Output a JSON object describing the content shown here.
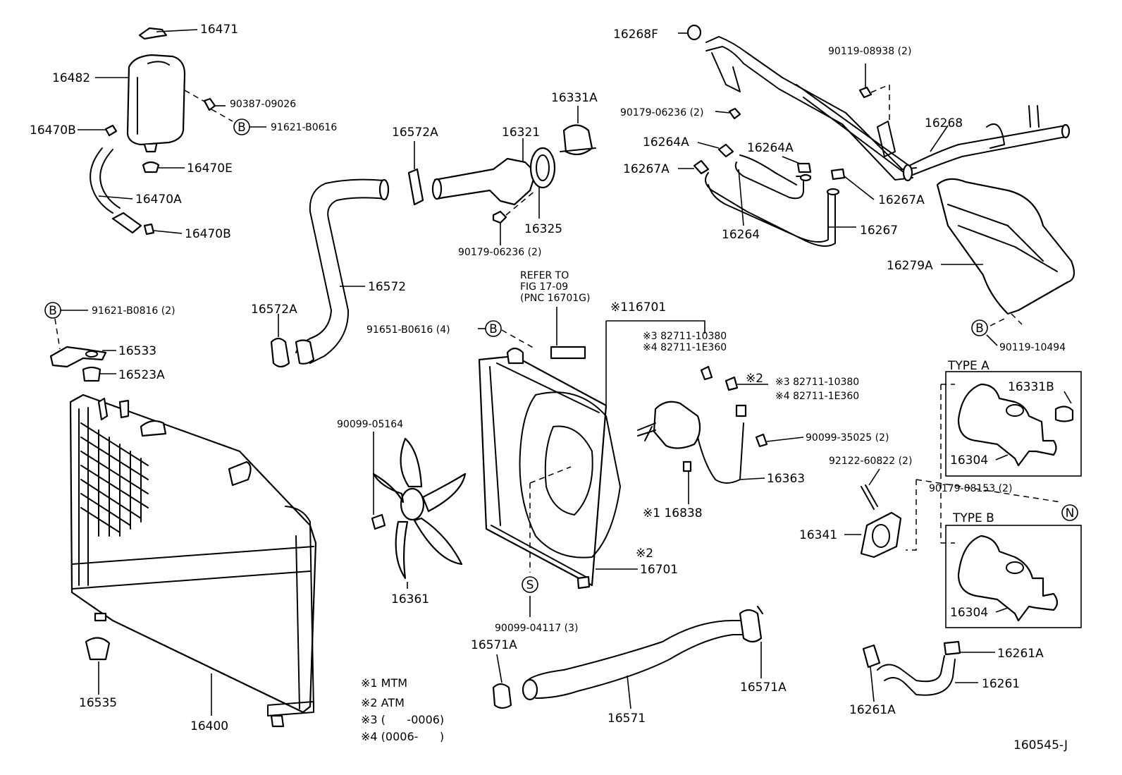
{
  "labels": {
    "p16471": "16471",
    "p16482": "16482",
    "p90387": "90387-09026",
    "p16470B_1": "16470B",
    "p91621a": "91621-B0616",
    "p16470E": "16470E",
    "p16470A": "16470A",
    "p16470B_2": "16470B",
    "p16572A_1": "16572A",
    "p16321": "16321",
    "p16331A": "16331A",
    "p16325": "16325",
    "p90179a": "90179-06236 (2)",
    "p16572": "16572",
    "p16572A_2": "16572A",
    "p16268F": "16268F",
    "p90119a": "90119-08938 (2)",
    "p90179b": "90179-06236 (2)",
    "p16268": "16268",
    "p16264A_1": "16264A",
    "p16264A_2": "16264A",
    "p16267A_1": "16267A",
    "p16267A_2": "16267A",
    "p16264": "16264",
    "p16267": "16267",
    "p16279A": "16279A",
    "p90119b": "90119-10494",
    "p91621b": "91621-B0816 (2)",
    "p16533": "16533",
    "p16523A": "16523A",
    "refer1": "REFER TO",
    "refer2": "FIG 17-09",
    "refer3": "(PNC 16701G)",
    "p91651": "91651-B0616 (4)",
    "p116701": "※116701",
    "p82711a": "※3 82711-10380",
    "p1e360a": "※4 82711-1E360",
    "p2a": "※2",
    "p82711b": "※3 82711-10380",
    "p1e360b": "※4 82711-1E360",
    "p90099a": "90099-05164",
    "p90099b": "90099-35025 (2)",
    "p16363": "16363",
    "p16838": "※1 16838",
    "p2b": "※2",
    "p16701": "16701",
    "p16361": "16361",
    "p90099c": "90099-04117 (3)",
    "typeA": "TYPE A",
    "p16331B": "16331B",
    "p16304a": "16304",
    "p92122": "92122-60822 (2)",
    "p90179c": "90179-08153 (2)",
    "typeB": "TYPE B",
    "p16341": "16341",
    "p16304b": "16304",
    "p16571A_1": "16571A",
    "p16571": "16571",
    "p16571A_2": "16571A",
    "p16261A_1": "16261A",
    "p16261": "16261",
    "p16261A_2": "16261A",
    "p16535": "16535",
    "p16400": "16400",
    "note1": "※1 MTM",
    "note2": "※2 ATM",
    "note3": "※3 (      -0006)",
    "note4": "※4 (0006-      )",
    "code": "160545-J"
  },
  "circles": {
    "b1": "B",
    "b2": "B",
    "b3": "B",
    "b4": "B",
    "s1": "S",
    "n1": "N"
  }
}
